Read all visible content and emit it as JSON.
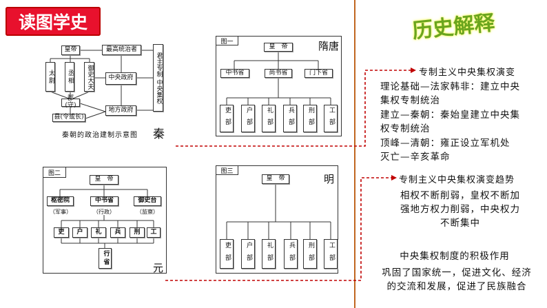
{
  "banner": "读图学史",
  "right_title": "历史解释",
  "qin": {
    "emperor": "皇帝",
    "supreme": "最高统治者",
    "taiwei": "太尉",
    "chengxiang": "丞相",
    "yushi": "御史大夫",
    "central": "中央政府",
    "local": "地方政府",
    "jun": "郡(守)",
    "xian": "县(令或长)",
    "autocracy": "君主专制 中央集权",
    "caption": "秦朝的政治建制示意图",
    "era": "秦"
  },
  "fig1": {
    "label": "图一",
    "era": "隋唐",
    "emperor": "皇　帝",
    "provinces": [
      "中书省",
      "尚书省",
      "门下省"
    ],
    "ministries": [
      "吏部",
      "户部",
      "礼部",
      "兵部",
      "刑部",
      "工部"
    ]
  },
  "fig2": {
    "label": "图二",
    "era": "元",
    "emperor": "皇　帝",
    "organs": [
      "枢密院",
      "中书省",
      "御史台"
    ],
    "notes": [
      "（军事）",
      "（行政）",
      "（监察）"
    ],
    "ministries": [
      "吏",
      "户",
      "礼",
      "兵",
      "刑",
      "工"
    ],
    "xingsheng": "行省"
  },
  "fig3": {
    "label": "图三",
    "era": "明",
    "emperor": "皇　帝",
    "ministries": [
      "吏部",
      "户部",
      "礼部",
      "兵部",
      "刑部",
      "工部"
    ]
  },
  "evolution": {
    "heading": "专制主义中央集权演变",
    "lines": [
      "理论基础—法家韩非：建立中央",
      "集权专制统治",
      "建立—秦朝：秦始皇建立中央集",
      "权专制统治",
      "顶峰—清朝：雍正设立军机处",
      "灭亡—辛亥革命"
    ]
  },
  "trend": {
    "heading": "专制主义中央集权演变趋势",
    "lines": [
      "相权不断削弱，皇权不断加",
      "强地方权力削弱，中央权力",
      "不断集中"
    ]
  },
  "effect": {
    "heading": "中央集权制度的积极作用",
    "lines": [
      "巩固了国家统一，促进文化、经济",
      "的交流和发展，促进了民族融合"
    ]
  },
  "colors": {
    "banner": "#e8112d",
    "divider": "#c0651f",
    "connector": "#c00000",
    "title": "#6aa51e"
  }
}
